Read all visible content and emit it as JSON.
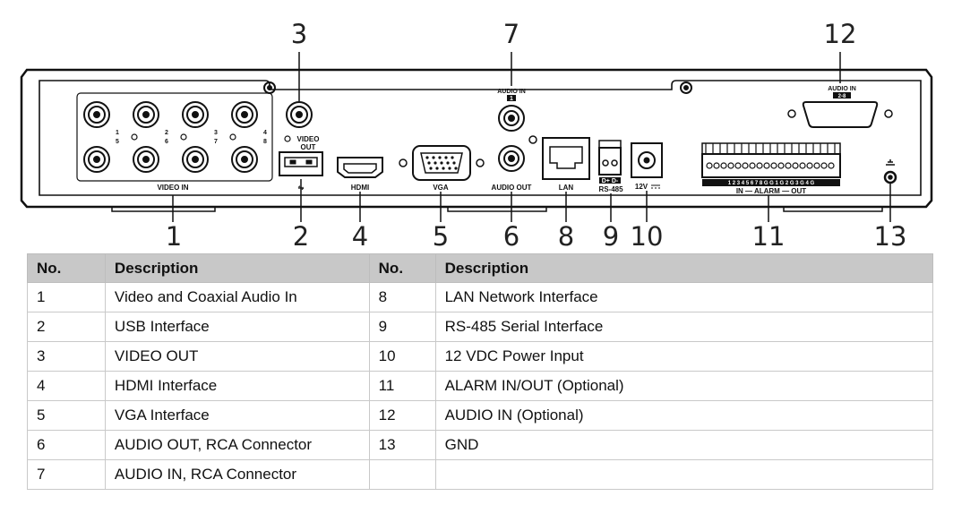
{
  "callouts": [
    "1",
    "2",
    "3",
    "4",
    "5",
    "6",
    "7",
    "8",
    "9",
    "10",
    "11",
    "12",
    "13"
  ],
  "panel_labels": {
    "video_in": "VIDEO IN",
    "video_out_1": "VIDEO",
    "video_out_2": "OUT",
    "usb": "⇋",
    "hdmi": "HDMI",
    "vga": "VGA",
    "audio_out": "AUDIO OUT",
    "audio_in_top": "AUDIO IN",
    "audio_in_top_num": "1",
    "lan": "LAN",
    "rs485": "RS-485",
    "rs485_pins": "D+ D-",
    "power": "12V",
    "alarm": "IN — ALARM — OUT",
    "alarm_nums": "1 2 3 4 5 6 7 8 G G 1 G 2 G 3 G 4 G",
    "audio_in_dsub": "AUDIO IN",
    "audio_in_dsub_num": "2-8",
    "channel_nums_top": [
      "1",
      "2",
      "3",
      "4"
    ],
    "channel_nums_bottom": [
      "5",
      "6",
      "7",
      "8"
    ]
  },
  "table": {
    "headers": [
      "No.",
      "Description",
      "No.",
      "Description"
    ],
    "rows": [
      [
        "1",
        "Video and Coaxial Audio In",
        "8",
        "LAN Network Interface"
      ],
      [
        "2",
        "USB Interface",
        "9",
        "RS-485 Serial Interface"
      ],
      [
        "3",
        "VIDEO OUT",
        "10",
        "12 VDC Power Input"
      ],
      [
        "4",
        "HDMI Interface",
        "11",
        "ALARM IN/OUT (Optional)"
      ],
      [
        "5",
        "VGA Interface",
        "12",
        "AUDIO IN (Optional)"
      ],
      [
        "6",
        "AUDIO OUT, RCA Connector",
        "13",
        "GND"
      ],
      [
        "7",
        "AUDIO IN, RCA Connector",
        "",
        ""
      ]
    ]
  }
}
